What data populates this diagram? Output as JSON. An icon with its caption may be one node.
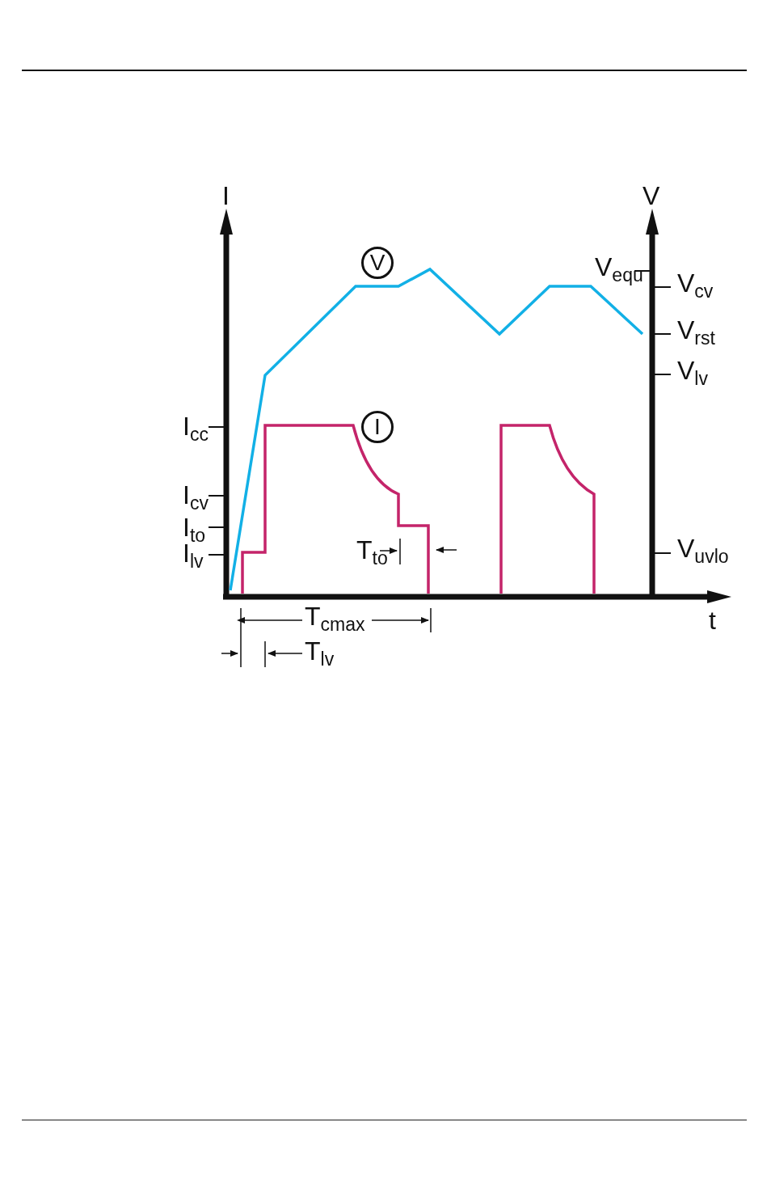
{
  "diagram": {
    "nodes": [
      {
        "text": [
          "V"
        ]
      },
      {
        "text": [
          "I"
        ]
      }
    ],
    "labels": [
      "I",
      "V",
      "V$_{equ}$",
      "V$_{cv}$",
      "V$_{rst}$",
      "V$_{lv}$",
      "I$_{cc}$",
      "I$_{cv}$",
      "I$_{to}$",
      "I$_{lv}$",
      "T$_{to}$",
      "V$_{uvlo}$",
      "t",
      "T$_{cmax}$",
      "T$_{lv}$"
    ]
  }
}
